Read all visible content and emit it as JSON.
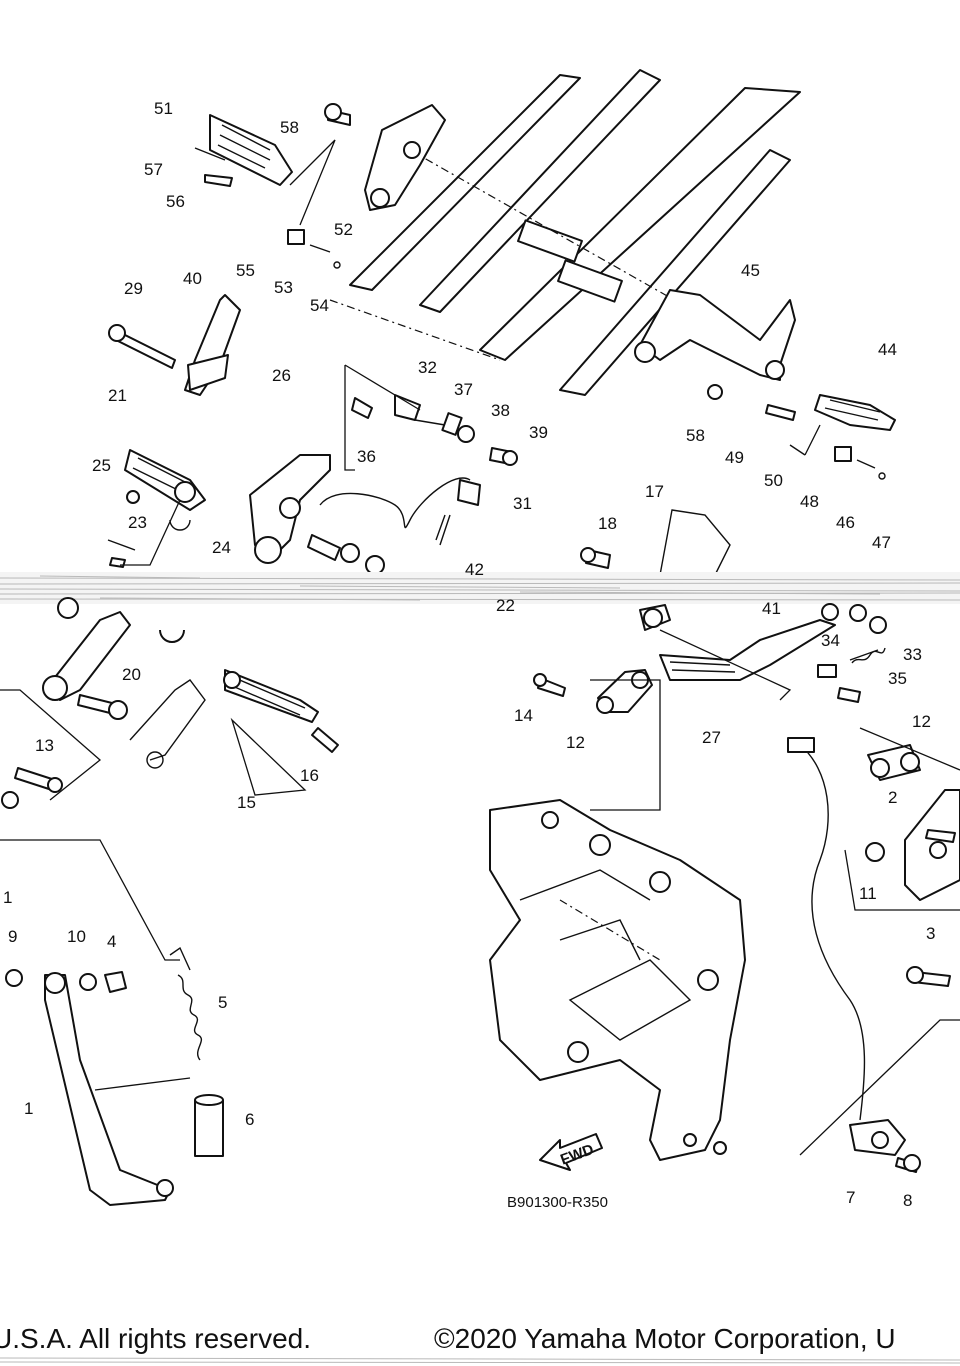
{
  "diagram_code": "B901300-R350",
  "fwd_label": "FWD",
  "footer": {
    "left": "U.S.A. All rights reserved.",
    "right": "©2020 Yamaha Motor Corporation, U"
  },
  "callouts": {
    "c1": "1",
    "c1b": "1",
    "c2": "2",
    "c3": "3",
    "c4": "4",
    "c5": "5",
    "c6": "6",
    "c7": "7",
    "c8": "8",
    "c9": "9",
    "c10": "10",
    "c11": "11",
    "c12a": "12",
    "c12b": "12",
    "c13": "13",
    "c14": "14",
    "c15": "15",
    "c16": "16",
    "c17": "17",
    "c18": "18",
    "c20": "20",
    "c21": "21",
    "c22": "22",
    "c23": "23",
    "c24": "24",
    "c25": "25",
    "c26": "26",
    "c27": "27",
    "c29": "29",
    "c31": "31",
    "c32": "32",
    "c33": "33",
    "c34": "34",
    "c35": "35",
    "c36": "36",
    "c37": "37",
    "c38": "38",
    "c39": "39",
    "c40": "40",
    "c41": "41",
    "c42": "42",
    "c44": "44",
    "c45": "45",
    "c46": "46",
    "c47": "47",
    "c48": "48",
    "c49": "49",
    "c50": "50",
    "c51": "51",
    "c52": "52",
    "c53": "53",
    "c54": "54",
    "c55": "55",
    "c56": "56",
    "c57": "57",
    "c58a": "58",
    "c58b": "58"
  }
}
